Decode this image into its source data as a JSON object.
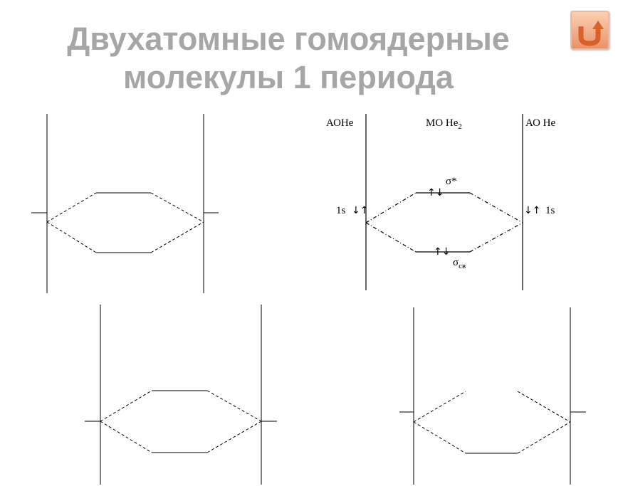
{
  "title": {
    "line1": "Двухатомные гомоядерные",
    "line2": "молекулы 1 периода"
  },
  "back_button": {
    "icon": "u-turn-arrow-icon",
    "color": "#d9622b"
  },
  "he2_diagram": {
    "label_ao_left": "АОНе",
    "label_mo": "МО Не",
    "label_mo_sub": "2",
    "label_ao_right": "АО Не",
    "left_level_label": "1s",
    "right_level_label": "1s",
    "left_level_electrons": "↓↑",
    "right_level_electrons": "↓↑",
    "antibonding_electrons": "↑↓",
    "antibonding_label": "σ*",
    "bonding_electrons": "↑↓",
    "bonding_label": "σ",
    "bonding_label_sub": "св"
  }
}
